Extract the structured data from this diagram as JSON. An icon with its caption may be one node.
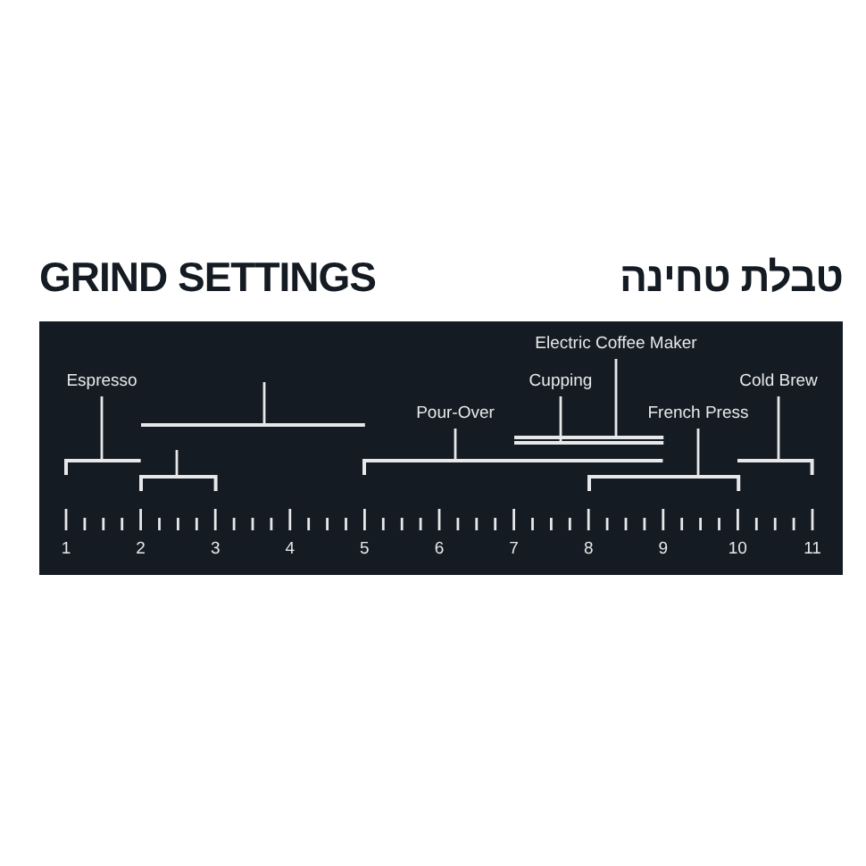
{
  "diagram": {
    "title": "GRIND SETTINGS",
    "nodes": [
      {
        "text": [
          "Espresso"
        ]
      },
      {
        "text": [
          "Pour-Over"
        ]
      },
      {
        "text": [
          "Electric Coffee Maker"
        ]
      },
      {
        "text": [
          "Cupping"
        ]
      },
      {
        "text": [
          "French Press"
        ]
      },
      {
        "text": [
          "Cold Brew"
        ]
      },
      {
        "text": [],
        "shape": "bracket"
      },
      {
        "text": [],
        "shape": "bracket"
      },
      {
        "text": [],
        "shape": "bracket"
      },
      {
        "text": [],
        "shape": "bracket"
      },
      {
        "text": [],
        "shape": "bracket"
      },
      {
        "text": [],
        "shape": "bracket"
      },
      {
        "text": [],
        "shape": "bracket"
      },
      {
        "text": [],
        "shape": "bracket"
      }
    ],
    "edges": [
      {
        "from": 0,
        "to": 6,
        "arrow": "none"
      },
      {
        "from": null,
        "to": 7,
        "arrow": "none"
      },
      {
        "from": null,
        "to": 8,
        "arrow": "none"
      },
      {
        "from": 1,
        "to": 9,
        "arrow": "none"
      },
      {
        "from": 3,
        "to": 10,
        "arrow": "none"
      },
      {
        "from": 2,
        "to": 11,
        "arrow": "none"
      },
      {
        "from": 4,
        "to": 12,
        "arrow": "none"
      },
      {
        "from": 5,
        "to": 13,
        "arrow": "none"
      }
    ],
    "labels": [
      "טבלת טחינה",
      "1",
      "2",
      "3",
      "4",
      "5",
      "6",
      "7",
      "8",
      "9",
      "10",
      "11"
    ]
  }
}
